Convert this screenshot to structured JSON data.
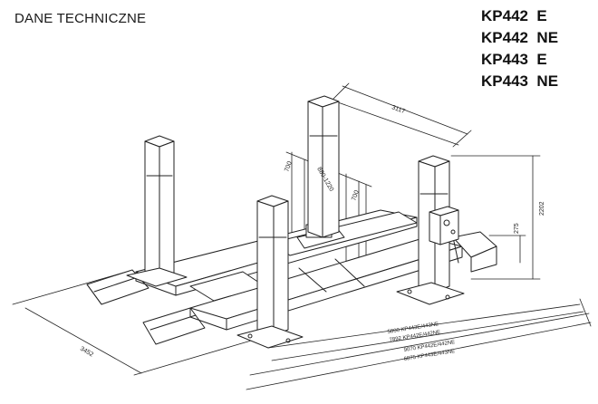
{
  "header": {
    "title": "DANE TECHNICZNE"
  },
  "models": [
    "KP442  E",
    "KP442  NE",
    "KP443  E",
    "KP443  NE"
  ],
  "dimensions": {
    "column_spacing": "3117",
    "top_700_left": "700",
    "track_span": "880-1220",
    "top_700_right": "700",
    "total_height": "2202",
    "platform_height": "275",
    "width": "3452",
    "len_5800": "5800 KP443E/443NE",
    "len_7892": "7892 KP442E/442NE",
    "len_9070": "9070 KP442E/442NE",
    "len_6875": "6875 KP443E/443NE"
  }
}
